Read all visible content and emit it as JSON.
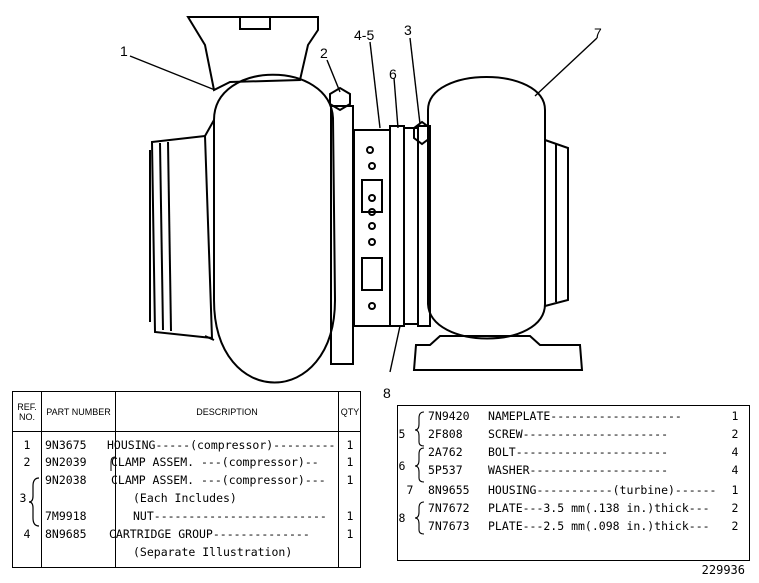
{
  "callouts": [
    "1",
    "2",
    "4-5",
    "3",
    "6",
    "7",
    "8"
  ],
  "left_table": {
    "headers": {
      "ref": "REF. NO.",
      "part": "PART NUMBER",
      "description": "DESCRIPTION",
      "qty": "QTY"
    },
    "rows": [
      {
        "ref": "1",
        "part": "9N3675",
        "desc": "HOUSING-----(compressor)---------",
        "qty": "1"
      },
      {
        "ref": "2",
        "part": "9N2039",
        "desc": "CLAMP ASSEM. ---(compressor)--",
        "qty": "1"
      },
      {
        "ref": "",
        "part": "9N2038",
        "desc": "CLAMP ASSEM. ---(compressor)---",
        "qty": "1"
      },
      {
        "ref": "3",
        "part": "",
        "desc": "(Each Includes)",
        "qty": ""
      },
      {
        "ref": "",
        "part": "7M9918",
        "desc": "NUT-------------------------",
        "qty": "1"
      },
      {
        "ref": "4",
        "part": "8N9685",
        "desc": "CARTRIDGE GROUP--------------",
        "qty": "1"
      },
      {
        "ref": "",
        "part": "",
        "desc": "(Separate Illustration)",
        "qty": ""
      }
    ]
  },
  "right_table": {
    "rows": [
      {
        "ref": "",
        "part": "7N9420",
        "desc": "NAMEPLATE-------------------",
        "qty": "1"
      },
      {
        "ref": "5",
        "part": "2F808",
        "desc": "SCREW---------------------",
        "qty": "2"
      },
      {
        "ref": "",
        "part": "2A762",
        "desc": "BOLT----------------------",
        "qty": "4"
      },
      {
        "ref": "6",
        "part": "5P537",
        "desc": "WASHER--------------------",
        "qty": "4"
      },
      {
        "ref": "7",
        "part": "8N9655",
        "desc": "HOUSING-----------(turbine)------",
        "qty": "1"
      },
      {
        "ref": "",
        "part": "7N7672",
        "desc": "PLATE---3.5 mm(.138 in.)thick---",
        "qty": "2"
      },
      {
        "ref": "8",
        "part": "7N7673",
        "desc": "PLATE---2.5 mm(.098 in.)thick---",
        "qty": "2"
      }
    ]
  },
  "figure_number": "229936"
}
